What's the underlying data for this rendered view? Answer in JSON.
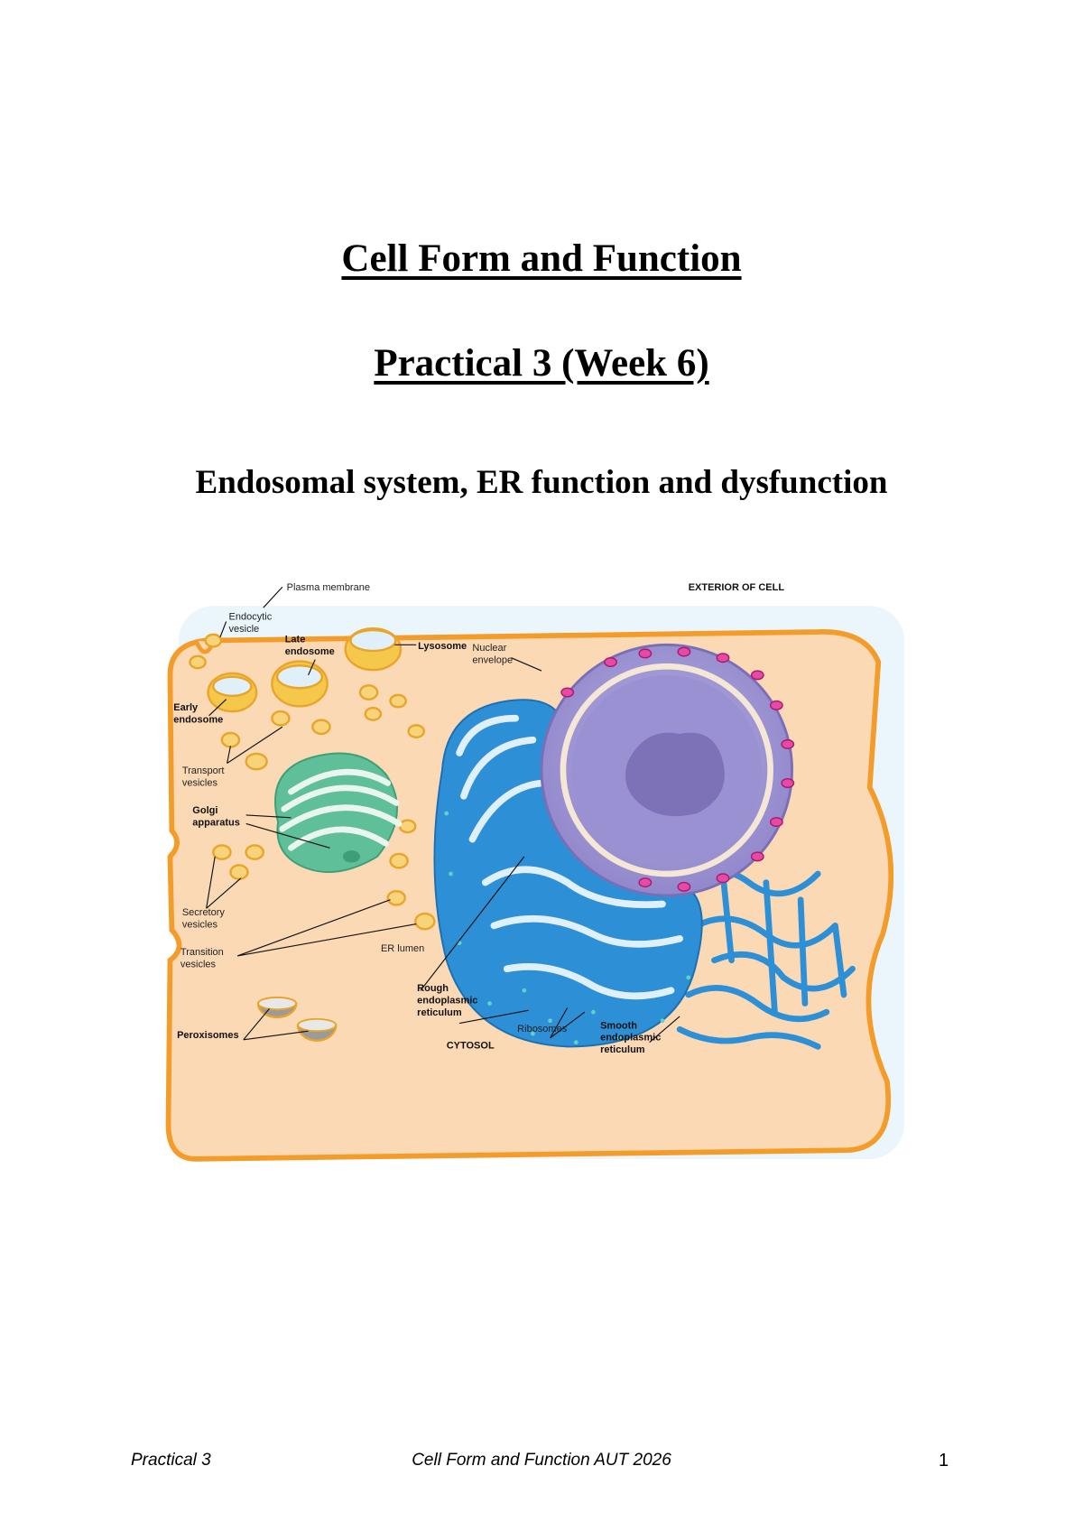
{
  "document": {
    "title": "Cell Form and Function",
    "subtitle": "Practical 3 (Week 6)",
    "heading": "Endosomal system, ER function and dysfunction"
  },
  "figure": {
    "labels": {
      "plasma_membrane": "Plasma membrane",
      "exterior": "EXTERIOR OF CELL",
      "endocytic_1": "Endocytic",
      "endocytic_2": "vesicle",
      "lysosome": "Lysosome",
      "late_1": "Late",
      "late_2": "endosome",
      "nuclear_1": "Nuclear",
      "nuclear_2": "envelope",
      "early_1": "Early",
      "early_2": "endosome",
      "transport_1": "Transport",
      "transport_2": "vesicles",
      "golgi_1": "Golgi",
      "golgi_2": "apparatus",
      "secretory_1": "Secretory",
      "secretory_2": "vesicles",
      "transition_1": "Transition",
      "transition_2": "vesicles",
      "er_lumen": "ER lumen",
      "rough_1": "Rough",
      "rough_2": "endoplasmic",
      "rough_3": "reticulum",
      "peroxisomes": "Peroxisomes",
      "ribosomes": "Ribosomes",
      "smooth_1": "Smooth",
      "smooth_2": "endoplasmic",
      "smooth_3": "reticulum",
      "cytosol": "CYTOSOL"
    },
    "colors": {
      "cytoplasm": "#fbd9b5",
      "membrane": "#f39c2a",
      "exterior": "#cfe9f7",
      "nucleus": "#8e84c9",
      "er": "#2d8fd6",
      "golgi": "#5fbf98",
      "vesicle": "#f5c74a"
    }
  },
  "footer": {
    "left": "Practical 3",
    "center": "Cell Form and Function AUT 2026",
    "page": "1"
  }
}
